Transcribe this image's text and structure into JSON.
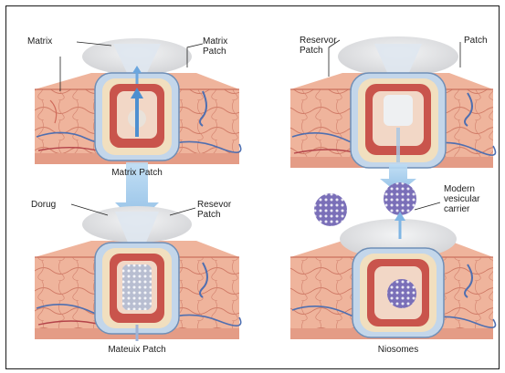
{
  "colors": {
    "skin_top": "#e9a48e",
    "skin_mid": "#efb49c",
    "skin_line": "#c96f5c",
    "patch_grey": "#e2e3e5",
    "patch_shadow": "#c8c9cc",
    "vessel_blue": "#4f6fb0",
    "vessel_red": "#b4444a",
    "arrow_blue": "#9cc6ea",
    "chamber_red": "#c9544c",
    "chamber_cream": "#f1dfbf",
    "carrier_purple": "#7a6fb8"
  },
  "labels": {
    "matrix": "Matrix",
    "matrix_patch_top": "Matrix\nPatch",
    "matrix_patch_caption": "Matrix Patch",
    "drug": "Dorug",
    "resevor_patch": "Resevor\nPatch",
    "mateuix_patch": "Mateuix Patch",
    "reservor_patch": "Reservor\nPatch",
    "patch": "Patch",
    "modern_carrier": "Modern\nvesicular\ncarrier",
    "niosomes": "Niosomes"
  }
}
